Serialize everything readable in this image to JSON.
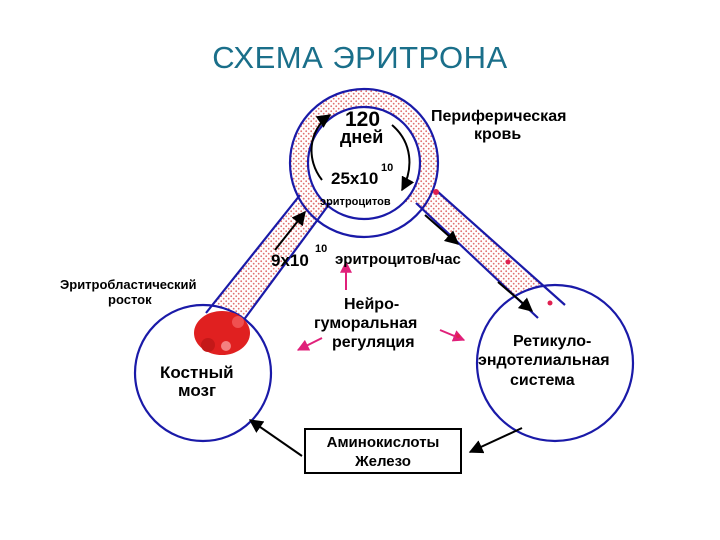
{
  "title": "СХЕМА ЭРИТРОНА",
  "labels": {
    "days_num": "120",
    "days_word": "дней",
    "peripheral_1": "Периферическая",
    "peripheral_2": "кровь",
    "count_base": "25х10",
    "count_exp": "10",
    "count_unit": "эритроцитов",
    "rate_base": "9х10",
    "rate_exp": "10",
    "rate_unit": "эритроцитов/час",
    "erythro_1": "Эритробластический",
    "erythro_2": "росток",
    "neuro_1": "Нейро-",
    "neuro_2": "гуморальная",
    "neuro_3": "регуляция",
    "marrow_1": "Костный",
    "marrow_2": "мозг",
    "res_1": "Ретикуло-",
    "res_2": "эндотелиальная",
    "res_3": "система",
    "amino_1": "Аминокислоты",
    "amino_2": "Железо"
  },
  "colors": {
    "title": "#1a6f8a",
    "outline": "#1a1aa8",
    "dots": "#e07070",
    "blob": "#e02020",
    "magenta_arrow": "#e0207a"
  }
}
